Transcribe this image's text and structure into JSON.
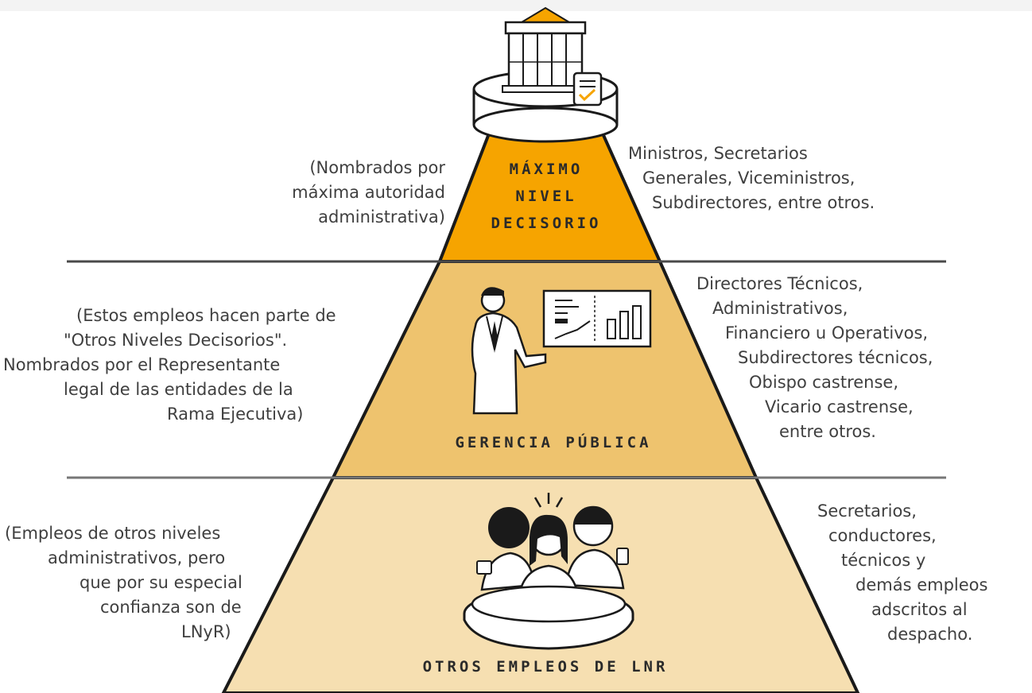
{
  "colors": {
    "top_tier": "#f6a400",
    "middle_tier": "#eec36e",
    "bottom_tier": "#f6dfb1",
    "divider": "#4a4a4a",
    "outline": "#1a1a1a"
  },
  "icons": [
    "building-icon",
    "document-check-icon",
    "presenter-icon",
    "meeting-group-icon"
  ],
  "levels": [
    {
      "id": "top",
      "title_lines": [
        "MÁXIMO",
        "NIVEL",
        "DECISORIO"
      ],
      "left_lines": [
        "(Nombrados por",
        "máxima autoridad",
        "administrativa)"
      ],
      "right_lines": [
        "Ministros, Secretarios",
        "Generales, Viceministros,",
        "Subdirectores, entre otros."
      ]
    },
    {
      "id": "middle",
      "title_lines": [
        "GERENCIA PÚBLICA"
      ],
      "left_lines": [
        "(Estos empleos hacen parte de",
        "\"Otros Niveles Decisorios\".",
        "Nombrados por el Representante",
        "legal de las entidades de la",
        "Rama Ejecutiva)"
      ],
      "right_lines": [
        "Directores Técnicos,",
        "Administrativos,",
        "Financiero u Operativos,",
        "Subdirectores técnicos,",
        "Obispo castrense,",
        "Vicario castrense,",
        "entre otros."
      ]
    },
    {
      "id": "bottom",
      "title_lines": [
        "OTROS EMPLEOS DE LNR"
      ],
      "left_lines": [
        "(Empleos de otros niveles",
        "administrativos, pero",
        "que por su especial",
        "confianza son de",
        "LNyR)"
      ],
      "right_lines": [
        "Secretarios,",
        "conductores,",
        "técnicos y",
        "demás empleos",
        "adscritos al",
        "despacho."
      ]
    }
  ]
}
